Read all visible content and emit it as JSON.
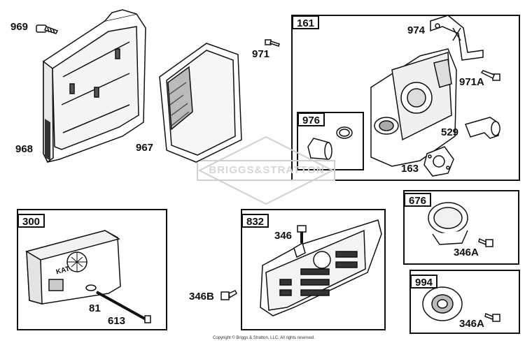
{
  "callouts": {
    "p969": "969",
    "p968": "968",
    "p967": "967",
    "p971": "971",
    "p974": "974",
    "p971a": "971A",
    "p529": "529",
    "p163": "163",
    "p81": "81",
    "p613": "613",
    "p346_top": "346",
    "p346b": "346B",
    "p346a_top": "346A",
    "p346a_bottom": "346A"
  },
  "boxes": {
    "b161": "161",
    "b976": "976",
    "b300": "300",
    "b832": "832",
    "b676": "676",
    "b994": "994"
  },
  "muffler_label": "KAT",
  "watermark": "BRIGGS&STRATTON",
  "copyright": "Copyright © Briggs & Stratton, LLC. All rights reserved."
}
